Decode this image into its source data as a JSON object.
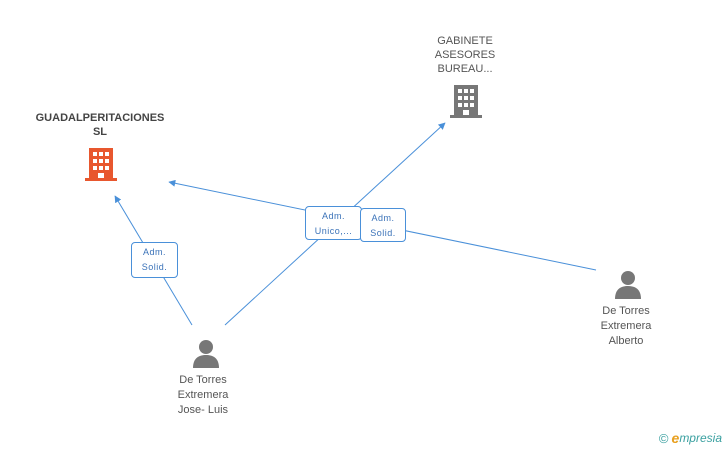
{
  "nodes": {
    "guadal": {
      "label": "GUADALPERITACIONES\nSL",
      "color": "#e8572e"
    },
    "gabinete": {
      "label": "GABINETE\nASESORES\nBUREAU...",
      "color": "#777777"
    },
    "jose_luis": {
      "label": "De Torres\nExtremera\nJose- Luis",
      "color": "#777777"
    },
    "alberto": {
      "label": "De Torres\nExtremera\nAlberto",
      "color": "#777777"
    }
  },
  "edges": {
    "jose_to_guadal": "Adm.\nSolid.",
    "jose_to_gabinete": "Adm.\nUnico,...",
    "alberto_to_guadal": "Adm.\nSolid."
  },
  "colors": {
    "edge": "#4a90d9",
    "company_main": "#e8572e",
    "company": "#777777",
    "person": "#777777"
  },
  "footer": {
    "copyright": "©",
    "brand_initial": "e",
    "brand_rest": "mpresia"
  }
}
